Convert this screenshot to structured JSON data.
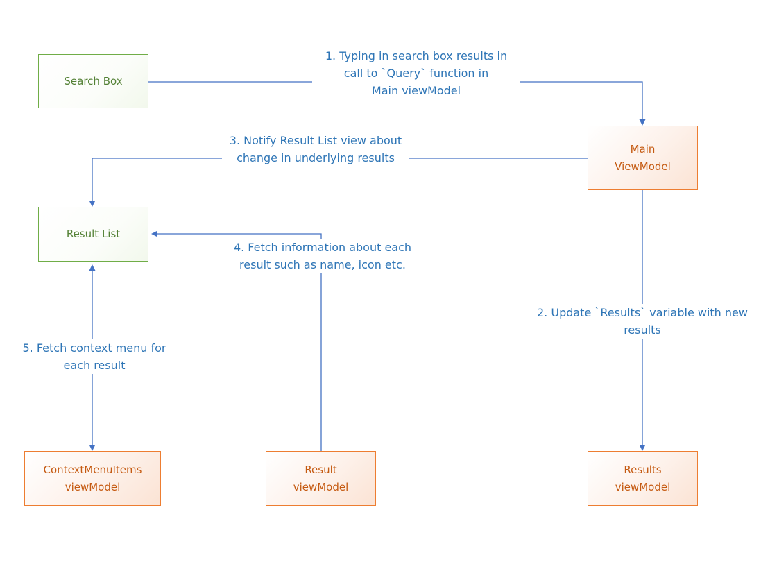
{
  "colors": {
    "green_border": "#70ad47",
    "green_text": "#538135",
    "orange_border": "#ed7d31",
    "orange_text": "#c55a11",
    "orange_fill": "#fbe3d4",
    "arrow_blue": "#4472c4",
    "label_text_blue": "#2e75b6",
    "background": "#ffffff"
  },
  "nodes": {
    "search_box": {
      "label": "Search Box"
    },
    "main_viewmodel": {
      "label": "Main\nViewModel"
    },
    "result_list": {
      "label": "Result List"
    },
    "contextmenuitems_viewmodel": {
      "label": "ContextMenuItems\nviewModel"
    },
    "result_viewmodel": {
      "label": "Result\nviewModel"
    },
    "results_viewmodel": {
      "label": "Results\nviewModel"
    }
  },
  "labels": {
    "step1": "1. Typing in search box results in\ncall to `Query` function in\nMain viewModel",
    "step2": "2. Update `Results` variable with new\nresults",
    "step3": "3. Notify Result List view about\nchange in underlying results",
    "step4": "4. Fetch information about each\nresult such as name, icon etc.",
    "step5": "5. Fetch context menu for\neach result"
  }
}
